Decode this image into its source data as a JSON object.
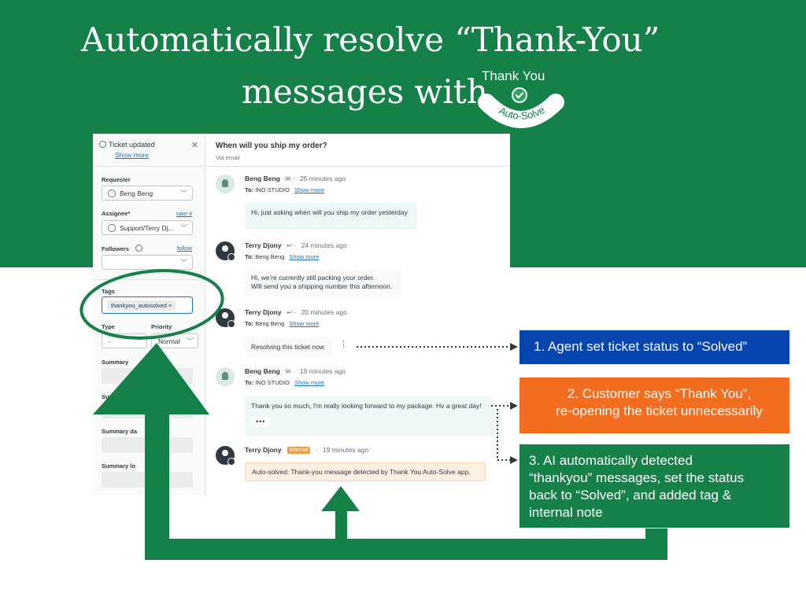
{
  "headline": {
    "line1": "Automatically resolve “Thank-You”",
    "line2": "messages with"
  },
  "badge": {
    "top_text": "Thank You",
    "arc_text": "Auto-Solve",
    "icon": "check-circle-icon"
  },
  "sidebar": {
    "notice_title": "Ticket updated",
    "notice_link": "Show more",
    "requester_label": "Requester",
    "requester_value": "Beng Beng",
    "assignee_label": "Assignee*",
    "assignee_link": "take it",
    "assignee_value": "Support/Terry Dj...",
    "followers_label": "Followers",
    "followers_link": "follow",
    "tags_label": "Tags",
    "tag_value": "thankyou_autosolved",
    "type_label": "Type",
    "type_value": "-",
    "priority_label": "Priority",
    "priority_value": "Normal",
    "summary_label": "Summary",
    "summary2_label": "Su",
    "summary_date_label": "Summary da",
    "summary_locale_label": "Summary lo"
  },
  "ticket": {
    "subject": "When will you ship my order?",
    "via": "Via email",
    "messages": [
      {
        "author": "Beng Beng",
        "time": "25 minutes ago",
        "to_label": "To:",
        "to": "INO STUDIO",
        "show_more": "Show more",
        "body": "Hi, just asking when will you ship my order yesterday"
      },
      {
        "author": "Terry Djony",
        "time": "24 minutes ago",
        "to_label": "To:",
        "to": "Beng Beng",
        "show_more": "Show more",
        "body_line1": "Hi, we're currently still packing your order.",
        "body_line2": "Will send you a shipping number this afternoon."
      },
      {
        "author": "Terry Djony",
        "time": "20 minutes ago",
        "to_label": "To:",
        "to": "Beng Beng",
        "show_more": "Show more",
        "body": "Resolving this ticket now"
      },
      {
        "author": "Beng Beng",
        "time": "19 minutes ago",
        "to_label": "To:",
        "to": "INO STUDIO",
        "show_more": "Show more",
        "body": "Thank you so much, I'm really looking forward to my package. Hv a great day!",
        "more": "•••"
      },
      {
        "author": "Terry Djony",
        "badge": "Internal",
        "time": "19 minutes ago",
        "body": "Auto-solved: Thank-you message detected by Thank You Auto-Solve app."
      }
    ]
  },
  "callouts": {
    "one": "1. Agent set ticket status to “Solved”",
    "two_line1": "2. Customer says “Thank You”,",
    "two_line2": "re-opening the ticket unnecessarily",
    "three_line1": "3. AI automatically detected",
    "three_line2": "“thankyou” messages, set the status",
    "three_line3": "back to “Solved”, and added tag &",
    "three_line4": "internal note"
  },
  "colors": {
    "brand_green": "#168049",
    "callout_blue": "#0645ad",
    "callout_orange": "#f26d1f",
    "internal_badge": "#f79a3e"
  }
}
